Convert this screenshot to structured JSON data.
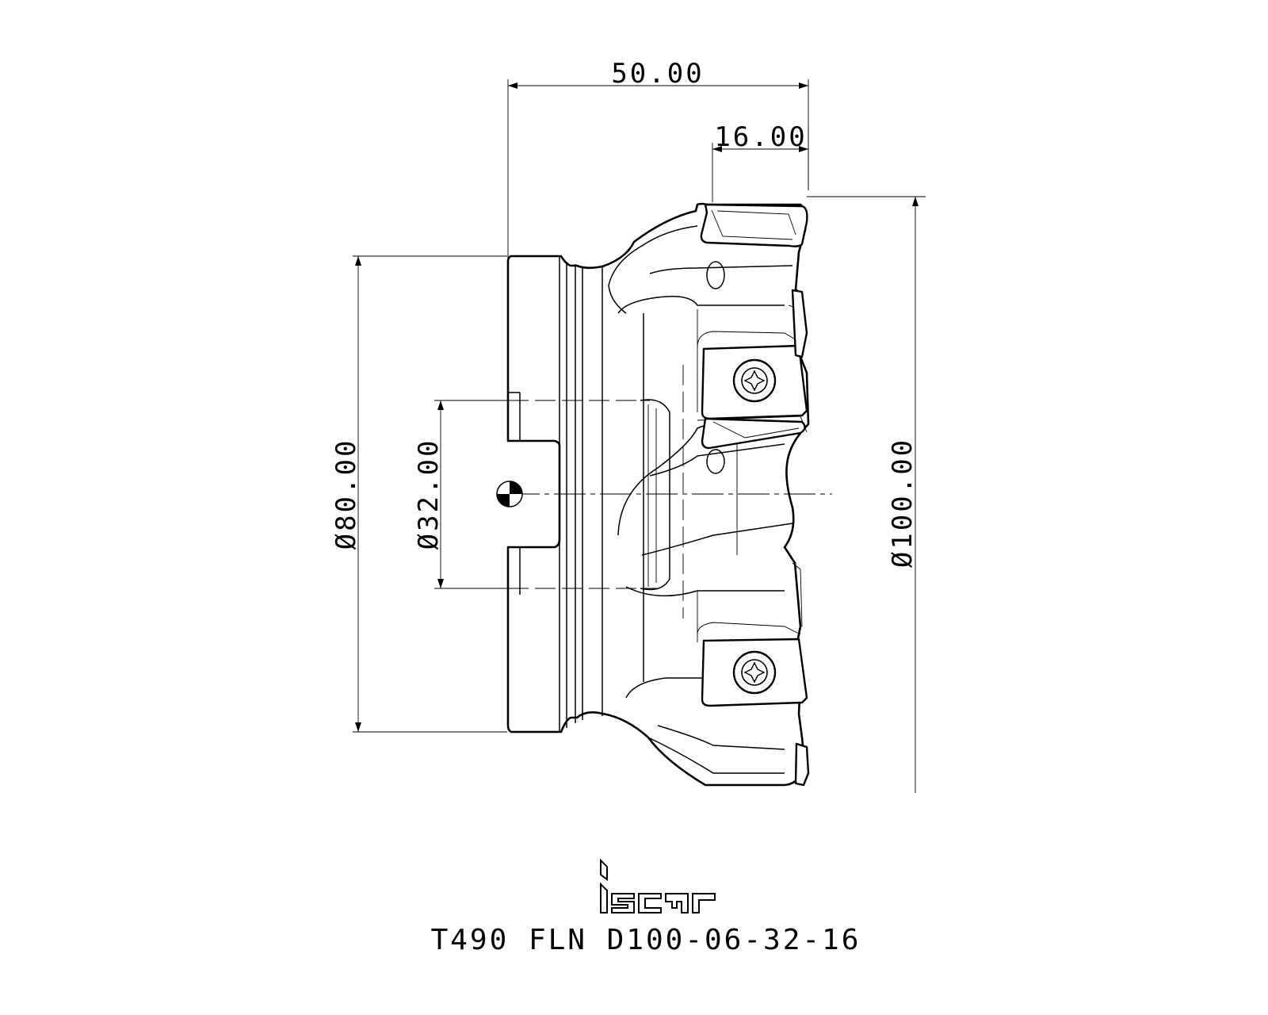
{
  "dimensions": {
    "overall_length": "50.00",
    "insert_length": "16.00",
    "shank_diameter": "Ø80.00",
    "bore_diameter": "Ø32.00",
    "cutting_diameter": "Ø100.00"
  },
  "logo": {
    "text": "iscar"
  },
  "model": {
    "designation": "T490 FLN D100-06-32-16"
  },
  "icons": [
    "centre-mark-icon",
    "torx-screw-icon"
  ]
}
